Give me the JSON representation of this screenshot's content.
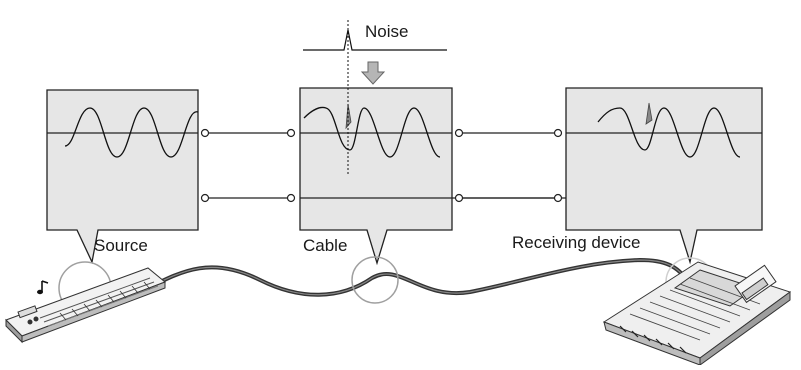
{
  "diagram": {
    "noise_label": "Noise",
    "panels": [
      {
        "id": "source",
        "label": "Source"
      },
      {
        "id": "cable",
        "label": "Cable"
      },
      {
        "id": "receiving",
        "label": "Receiving device"
      }
    ],
    "devices": {
      "keyboard": "keyboard-icon",
      "mixer": "mixer-icon"
    },
    "colors": {
      "panel_fill": "#e6e6e6",
      "stroke": "#222222",
      "cable": "#333333",
      "arrow_fill": "#b5b5b5",
      "magnifier": "#a0a0a0"
    }
  }
}
